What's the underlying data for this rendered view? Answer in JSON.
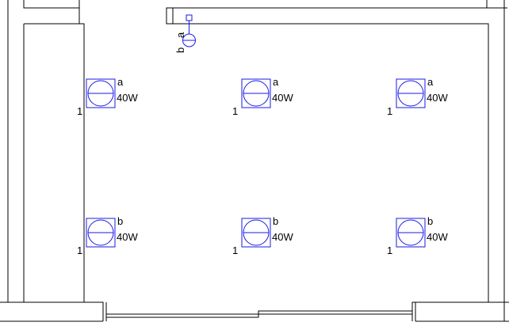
{
  "colors": {
    "wall": "#000000",
    "symbol": "#1a1ae6",
    "background": "#ffffff"
  },
  "switch": {
    "label_top": "a",
    "label_bottom": "b"
  },
  "fixtures": [
    {
      "id": "top-left",
      "circuit": "a",
      "wattage": "40W",
      "count": "1"
    },
    {
      "id": "top-middle",
      "circuit": "a",
      "wattage": "40W",
      "count": "1"
    },
    {
      "id": "top-right",
      "circuit": "a",
      "wattage": "40W",
      "count": "1"
    },
    {
      "id": "bottom-left",
      "circuit": "b",
      "wattage": "40W",
      "count": "1"
    },
    {
      "id": "bottom-middle",
      "circuit": "b",
      "wattage": "40W",
      "count": "1"
    },
    {
      "id": "bottom-right",
      "circuit": "b",
      "wattage": "40W",
      "count": "1"
    }
  ]
}
